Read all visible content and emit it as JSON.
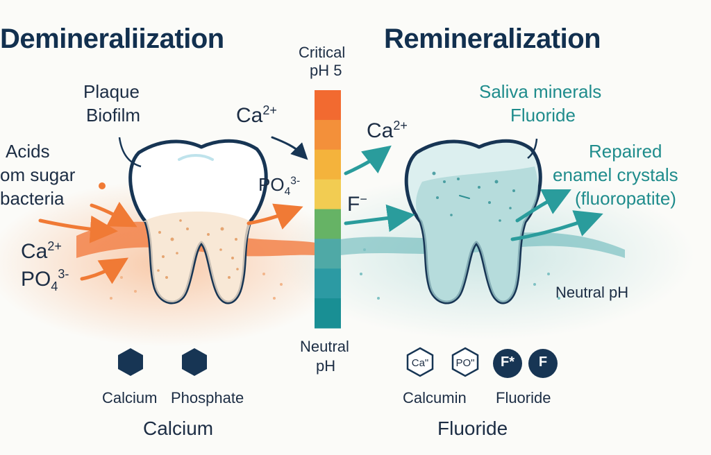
{
  "titles": {
    "left": "Demineraliization",
    "right": "Remineralization"
  },
  "scale": {
    "top_label_line1": "Critical",
    "top_label_line2": "pH 5",
    "bottom_label_line1": "Neutral",
    "bottom_label_line2": "pH",
    "colors": [
      "#f26a30",
      "#f3903a",
      "#f4b33c",
      "#f2cc52",
      "#66b365",
      "#4fa9a6",
      "#2c9aa3",
      "#198f94"
    ]
  },
  "left": {
    "plaque": [
      "Plaque",
      "Biofilm"
    ],
    "acids": [
      "Acids",
      "om sugar",
      "bacteria"
    ],
    "ca_top": {
      "base": "Ca",
      "sup": "2+"
    },
    "po_mid": {
      "base": "PO",
      "sub": "4",
      "sup": "3-"
    },
    "ca_low": {
      "base": "Ca",
      "sup": "2+"
    },
    "po_low": {
      "base": "PO",
      "sub": "4",
      "sup": "3-"
    },
    "legend": [
      "Calcium",
      "Phosphate"
    ],
    "bottom": "Calcium"
  },
  "right": {
    "ca": {
      "base": "Ca",
      "sup": "2+"
    },
    "f": {
      "base": "F",
      "sup": "−"
    },
    "saliva": [
      "Saliva minerals",
      "Fluoride"
    ],
    "repaired": [
      "Repaired",
      "enamel crystals",
      "(fluoropatite)"
    ],
    "neutral": "Neutral pH",
    "badges": [
      "Ca\"",
      "PO\"",
      "F*",
      "F"
    ],
    "legend": [
      "Calcumin",
      "Fluoride"
    ],
    "bottom": "Fluoride"
  },
  "colors": {
    "navy": "#173554",
    "orange": "#f07a35",
    "teal": "#2a9c9c"
  }
}
